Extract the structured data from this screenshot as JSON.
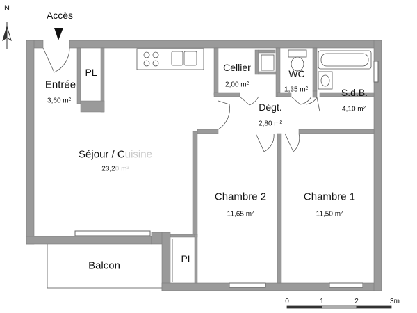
{
  "entrance": {
    "label": "Accès"
  },
  "compass": {
    "letter": "N"
  },
  "rooms": {
    "entree": {
      "name": "Entrée",
      "area": "3,60 m²"
    },
    "pl_entree": {
      "name": "PL"
    },
    "sejour": {
      "name_main": "Séjour / C",
      "name_faded": "uisine",
      "area_main": "23,2",
      "area_faded": "0 m²"
    },
    "cellier": {
      "name": "Cellier",
      "area": "2,00 m²"
    },
    "wc": {
      "name": "WC",
      "area": "1,35 m²"
    },
    "sdb": {
      "name": "S.d.B.",
      "area": "4,10 m²"
    },
    "degt": {
      "name": "Dégt.",
      "area": "2,80 m²"
    },
    "chambre2": {
      "name": "Chambre 2",
      "area": "11,65 m²"
    },
    "chambre1": {
      "name": "Chambre 1",
      "area": "11,50 m²"
    },
    "balcon": {
      "name": "Balcon"
    },
    "pl_ch2": {
      "name": "PL"
    }
  },
  "scale": {
    "ticks": [
      "0",
      "1",
      "2",
      "3m"
    ]
  },
  "colors": {
    "wall": "#9a9a9a",
    "wall_edge": "#7a7a7a",
    "line": "#555555"
  }
}
